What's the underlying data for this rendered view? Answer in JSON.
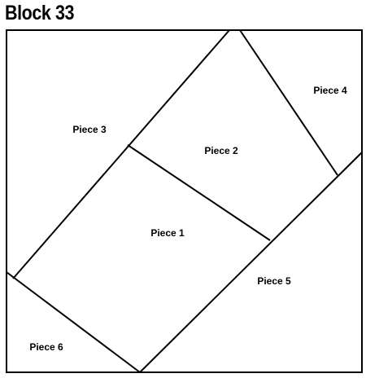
{
  "title": "Block 33",
  "colors": {
    "line": "#000000",
    "background": "#ffffff"
  },
  "pieces": [
    {
      "id": "piece-1",
      "label": "Piece 1"
    },
    {
      "id": "piece-2",
      "label": "Piece 2"
    },
    {
      "id": "piece-3",
      "label": "Piece 3"
    },
    {
      "id": "piece-4",
      "label": "Piece 4"
    },
    {
      "id": "piece-5",
      "label": "Piece 5"
    },
    {
      "id": "piece-6",
      "label": "Piece 6"
    }
  ]
}
